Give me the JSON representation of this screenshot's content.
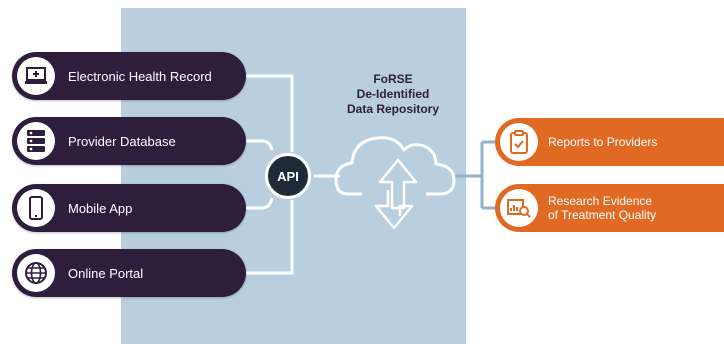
{
  "diagram": {
    "sources": [
      {
        "label": "Electronic Health Record",
        "icon": "laptop-icon"
      },
      {
        "label": "Provider Database",
        "icon": "server-icon"
      },
      {
        "label": "Mobile App",
        "icon": "mobile-phone-icon"
      },
      {
        "label": "Online Portal",
        "icon": "globe-icon"
      }
    ],
    "api_label": "API",
    "repository": {
      "title_line1": "FoRSE",
      "title_line2": "De-Identified",
      "title_line3": "Data Repository",
      "icon": "cloud-sync-icon"
    },
    "outputs": [
      {
        "line1": "Reports to Providers",
        "line2": "",
        "icon": "clipboard-check-icon"
      },
      {
        "line1": "Research Evidence",
        "line2": "of Treatment Quality",
        "icon": "chart-search-icon"
      }
    ],
    "colors": {
      "panel": "#b9cfdf",
      "source_pill": "#2f1d3e",
      "output_pill": "#e06a24",
      "api_badge": "#1e2a38",
      "link_line": "#ffffff",
      "output_link": "#8fb2cf"
    }
  }
}
